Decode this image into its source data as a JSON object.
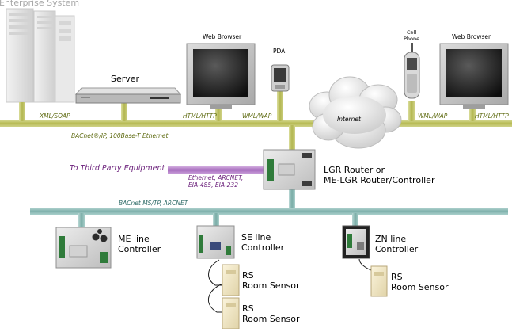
{
  "title": "Enterprise System",
  "devices": {
    "server": "Server",
    "browser_left": "Web Browser",
    "pda": "PDA",
    "cell_phone_1": "Cell",
    "cell_phone_2": "Phone",
    "browser_right": "Web Browser",
    "internet": "Internet",
    "lgr_1": "LGR Router or",
    "lgr_2": "ME-LGR Router/Controller",
    "me_1": "ME line",
    "me_2": "Controller",
    "se_1": "SE line",
    "se_2": "Controller",
    "zn_1": "ZN line",
    "zn_2": "Controller",
    "rs1_1": "RS",
    "rs1_2": "Room Sensor",
    "rs2_1": "RS",
    "rs2_2": "Room Sensor",
    "rs3_1": "RS",
    "rs3_2": "Room Sensor"
  },
  "links": {
    "xml_soap": "XML/SOAP",
    "html_http_left": "HTML/HTTP",
    "wml_wap_left": "WML/WAP",
    "wml_wap_right": "WML/WAP",
    "html_http_right": "HTML/HTTP"
  },
  "buses": {
    "ethernet": "BACnet®/IP, 100Base-T Ethernet",
    "mstp": "BACnet MS/TP, ARCNET",
    "third_party": "To Third Party Equipment",
    "third_party_protocols_1": "Ethernet, ARCNET,",
    "third_party_protocols_2": "EIA-485, EIA-232"
  },
  "colors": {
    "ethernet_bus": "#c3c66a",
    "mstp_bus": "#8fbcb8",
    "third_party_bus": "#b07cc3",
    "ethernet_text": "#5f6b12",
    "mstp_text": "#2e6b67",
    "third_party_text": "#6a1f7a"
  }
}
